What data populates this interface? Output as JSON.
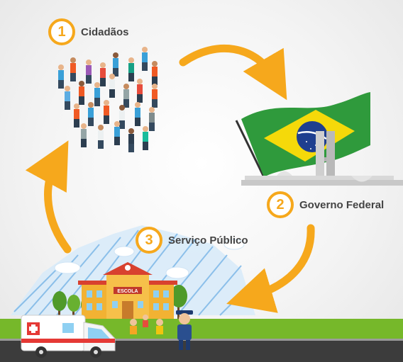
{
  "steps": [
    {
      "number": "1",
      "label": "Cidadãos"
    },
    {
      "number": "2",
      "label": "Governo Federal"
    },
    {
      "number": "3",
      "label": "Serviço Público"
    }
  ],
  "school_sign": "ESCOLA",
  "colors": {
    "arrow": "#f6a81c",
    "flag_green": "#2f9a3c",
    "flag_yellow": "#f5d90a",
    "flag_blue": "#1f3f8f",
    "grass": "#76b82a",
    "road": "#3c3c3c"
  }
}
